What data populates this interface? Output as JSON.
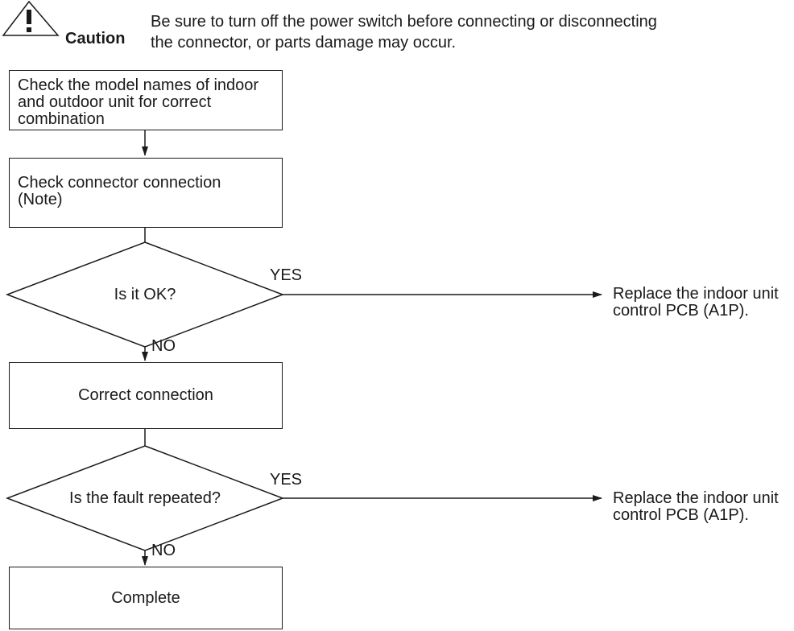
{
  "caution": {
    "label": "Caution",
    "text_line1": "Be sure to turn off the power switch before connecting or disconnecting",
    "text_line2": "the connector, or parts damage may occur.",
    "icon": "warning-triangle-icon"
  },
  "flow": {
    "step1": "Check the model names of indoor\nand outdoor unit for correct\ncombination",
    "step2": "Check connector connection\n(Note)",
    "decision1": "Is it OK?",
    "decision1_yes": "YES",
    "decision1_no": "NO",
    "result1": "Replace the indoor unit\ncontrol PCB (A1P).",
    "step3": "Correct connection",
    "decision2": "Is the fault repeated?",
    "decision2_yes": "YES",
    "decision2_no": "NO",
    "result2": "Replace the indoor unit\ncontrol PCB (A1P).",
    "step4": "Complete"
  },
  "colors": {
    "line": "#1a1a1a",
    "background": "#ffffff"
  }
}
